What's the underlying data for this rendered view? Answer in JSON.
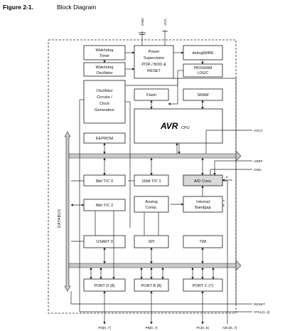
{
  "figure": {
    "number": "Figure 2-1.",
    "title": "Block Diagram"
  },
  "top_pins": {
    "gnd": "GND",
    "vcc": "VCC"
  },
  "blocks": {
    "watchdog_timer": [
      "Watchdog",
      "Timer"
    ],
    "watchdog_osc": [
      "Watchdog",
      "Oscillator"
    ],
    "oscillator": [
      "Oscillator",
      "Circuits /",
      "Clock",
      "Generation"
    ],
    "power_supervision": [
      "Power",
      "Supervision",
      "POR / BOD &",
      "RESET"
    ],
    "debugwire": [
      "debugWIRE"
    ],
    "program_logic": [
      "PROGRAM",
      "LOGIC"
    ],
    "flash": [
      "Flash"
    ],
    "sram": [
      "SRAM"
    ],
    "cpu_logo": "AVR",
    "cpu_label": "CPU",
    "eeprom": [
      "EEPROM"
    ],
    "t8bit0": [
      "8bit T/C 0"
    ],
    "t16bit1": [
      "16bit T/C 1"
    ],
    "adc": [
      "A/D Conv."
    ],
    "t8bit2": [
      "8bit T/C 2"
    ],
    "analog_comp": [
      "Analog",
      "Comp."
    ],
    "bandgap": [
      "Internal",
      "Bandgap"
    ],
    "usart": [
      "USART 0"
    ],
    "spi": [
      "SPI"
    ],
    "twi": [
      "TWI"
    ],
    "port_d": [
      "PORT D (8)"
    ],
    "port_b": [
      "PORT B (8)"
    ],
    "port_c": [
      "PORT C (7)"
    ]
  },
  "bus_label": "DATABUS",
  "adc_numbers": {
    "n2": "2",
    "n6": "6"
  },
  "right_pins": {
    "avcc": "AVCC",
    "aref": "AREF",
    "gnd": "GND",
    "reset": "RESET",
    "xtal": "XTAL[1..2]"
  },
  "bottom_pins": {
    "pd": "PD[0..7]",
    "pb": "PB[0..7]",
    "pc": "PC[0..6]",
    "adc": "ADC[6..7]"
  }
}
